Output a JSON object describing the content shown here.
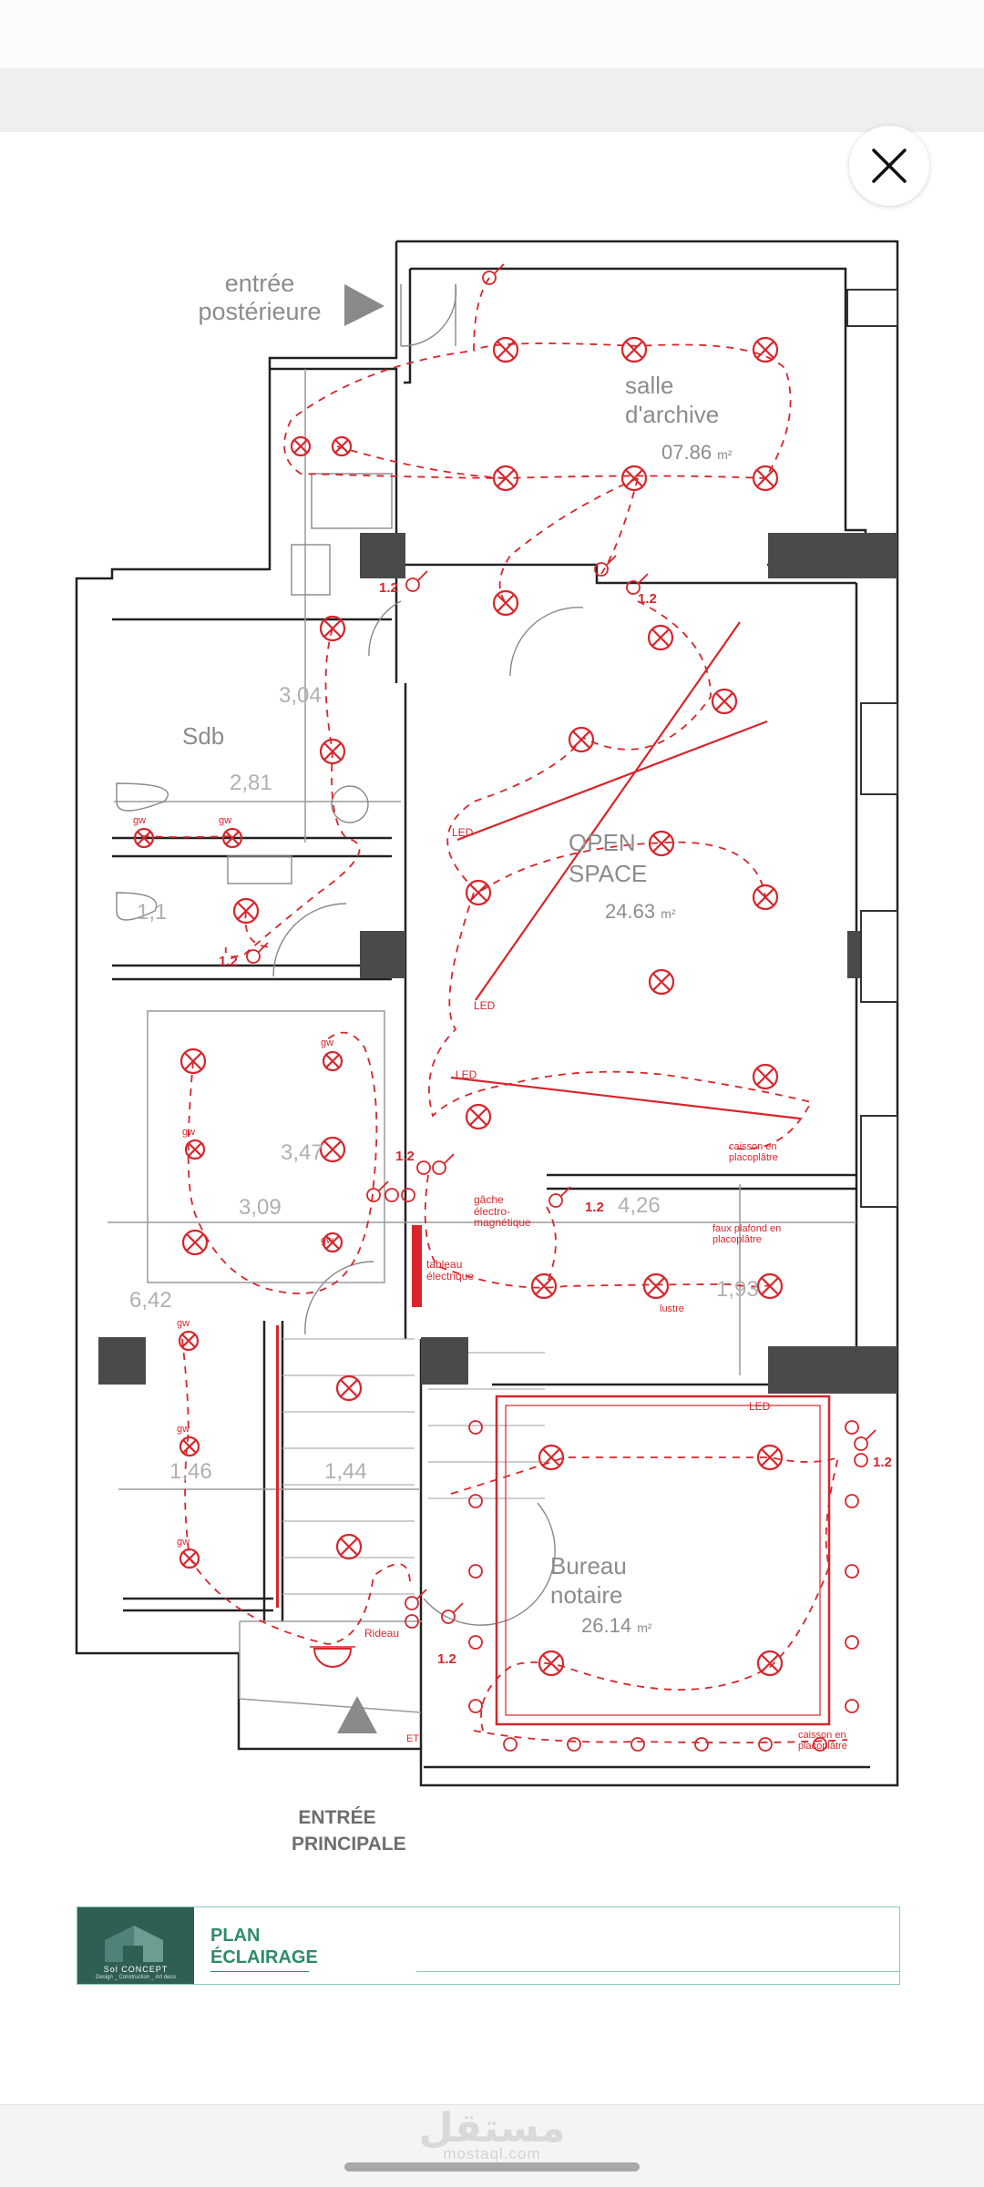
{
  "viewer": {
    "close_icon": "close-icon"
  },
  "plan": {
    "labels": {
      "entry_back": [
        "entrée",
        "postérieure"
      ],
      "archive": [
        "salle",
        "d'archive"
      ],
      "archive_area": "07.86",
      "open_space": [
        "OPEN",
        "SPACE"
      ],
      "open_area": "24.63",
      "sdb": "Sdb",
      "bureau": [
        "Bureau",
        "notaire"
      ],
      "bureau_area": "26.14",
      "unit": "m²",
      "entree_principale": [
        "ENTRÉE",
        "PRINCIPALE"
      ]
    },
    "dimensions": [
      "3,04",
      "2,81",
      "1,1",
      "3,47",
      "3,09",
      "6,42",
      "1,46",
      "1,44",
      "4,26",
      "1,93"
    ],
    "annotations": {
      "gw": "gw",
      "h12": "1.2",
      "led": "LED",
      "caisson": [
        "caisson en",
        "placoplâtre"
      ],
      "faux": [
        "faux plafond en",
        "placoplâtre"
      ],
      "gache": [
        "gâche",
        "électro-",
        "magnétique"
      ],
      "tableau": [
        "tableau",
        "électrique"
      ],
      "lustre": "lustre",
      "rideau": "Rideau",
      "et": "ET"
    }
  },
  "legend": {
    "title_line1": "PLAN",
    "title_line2": "ÉCLAIRAGE",
    "logo_name": "Sol CONCEPT",
    "logo_tagline": "Design _ Construction _ Art deco"
  },
  "watermark": {
    "arabic": "مستقل",
    "latin": "mostaql.com"
  },
  "colors": {
    "accent_red": "#d8252b",
    "wall_grey": "#4a4a4a",
    "legend_green": "#2f8a6c",
    "logo_bg": "#2f5e55"
  }
}
